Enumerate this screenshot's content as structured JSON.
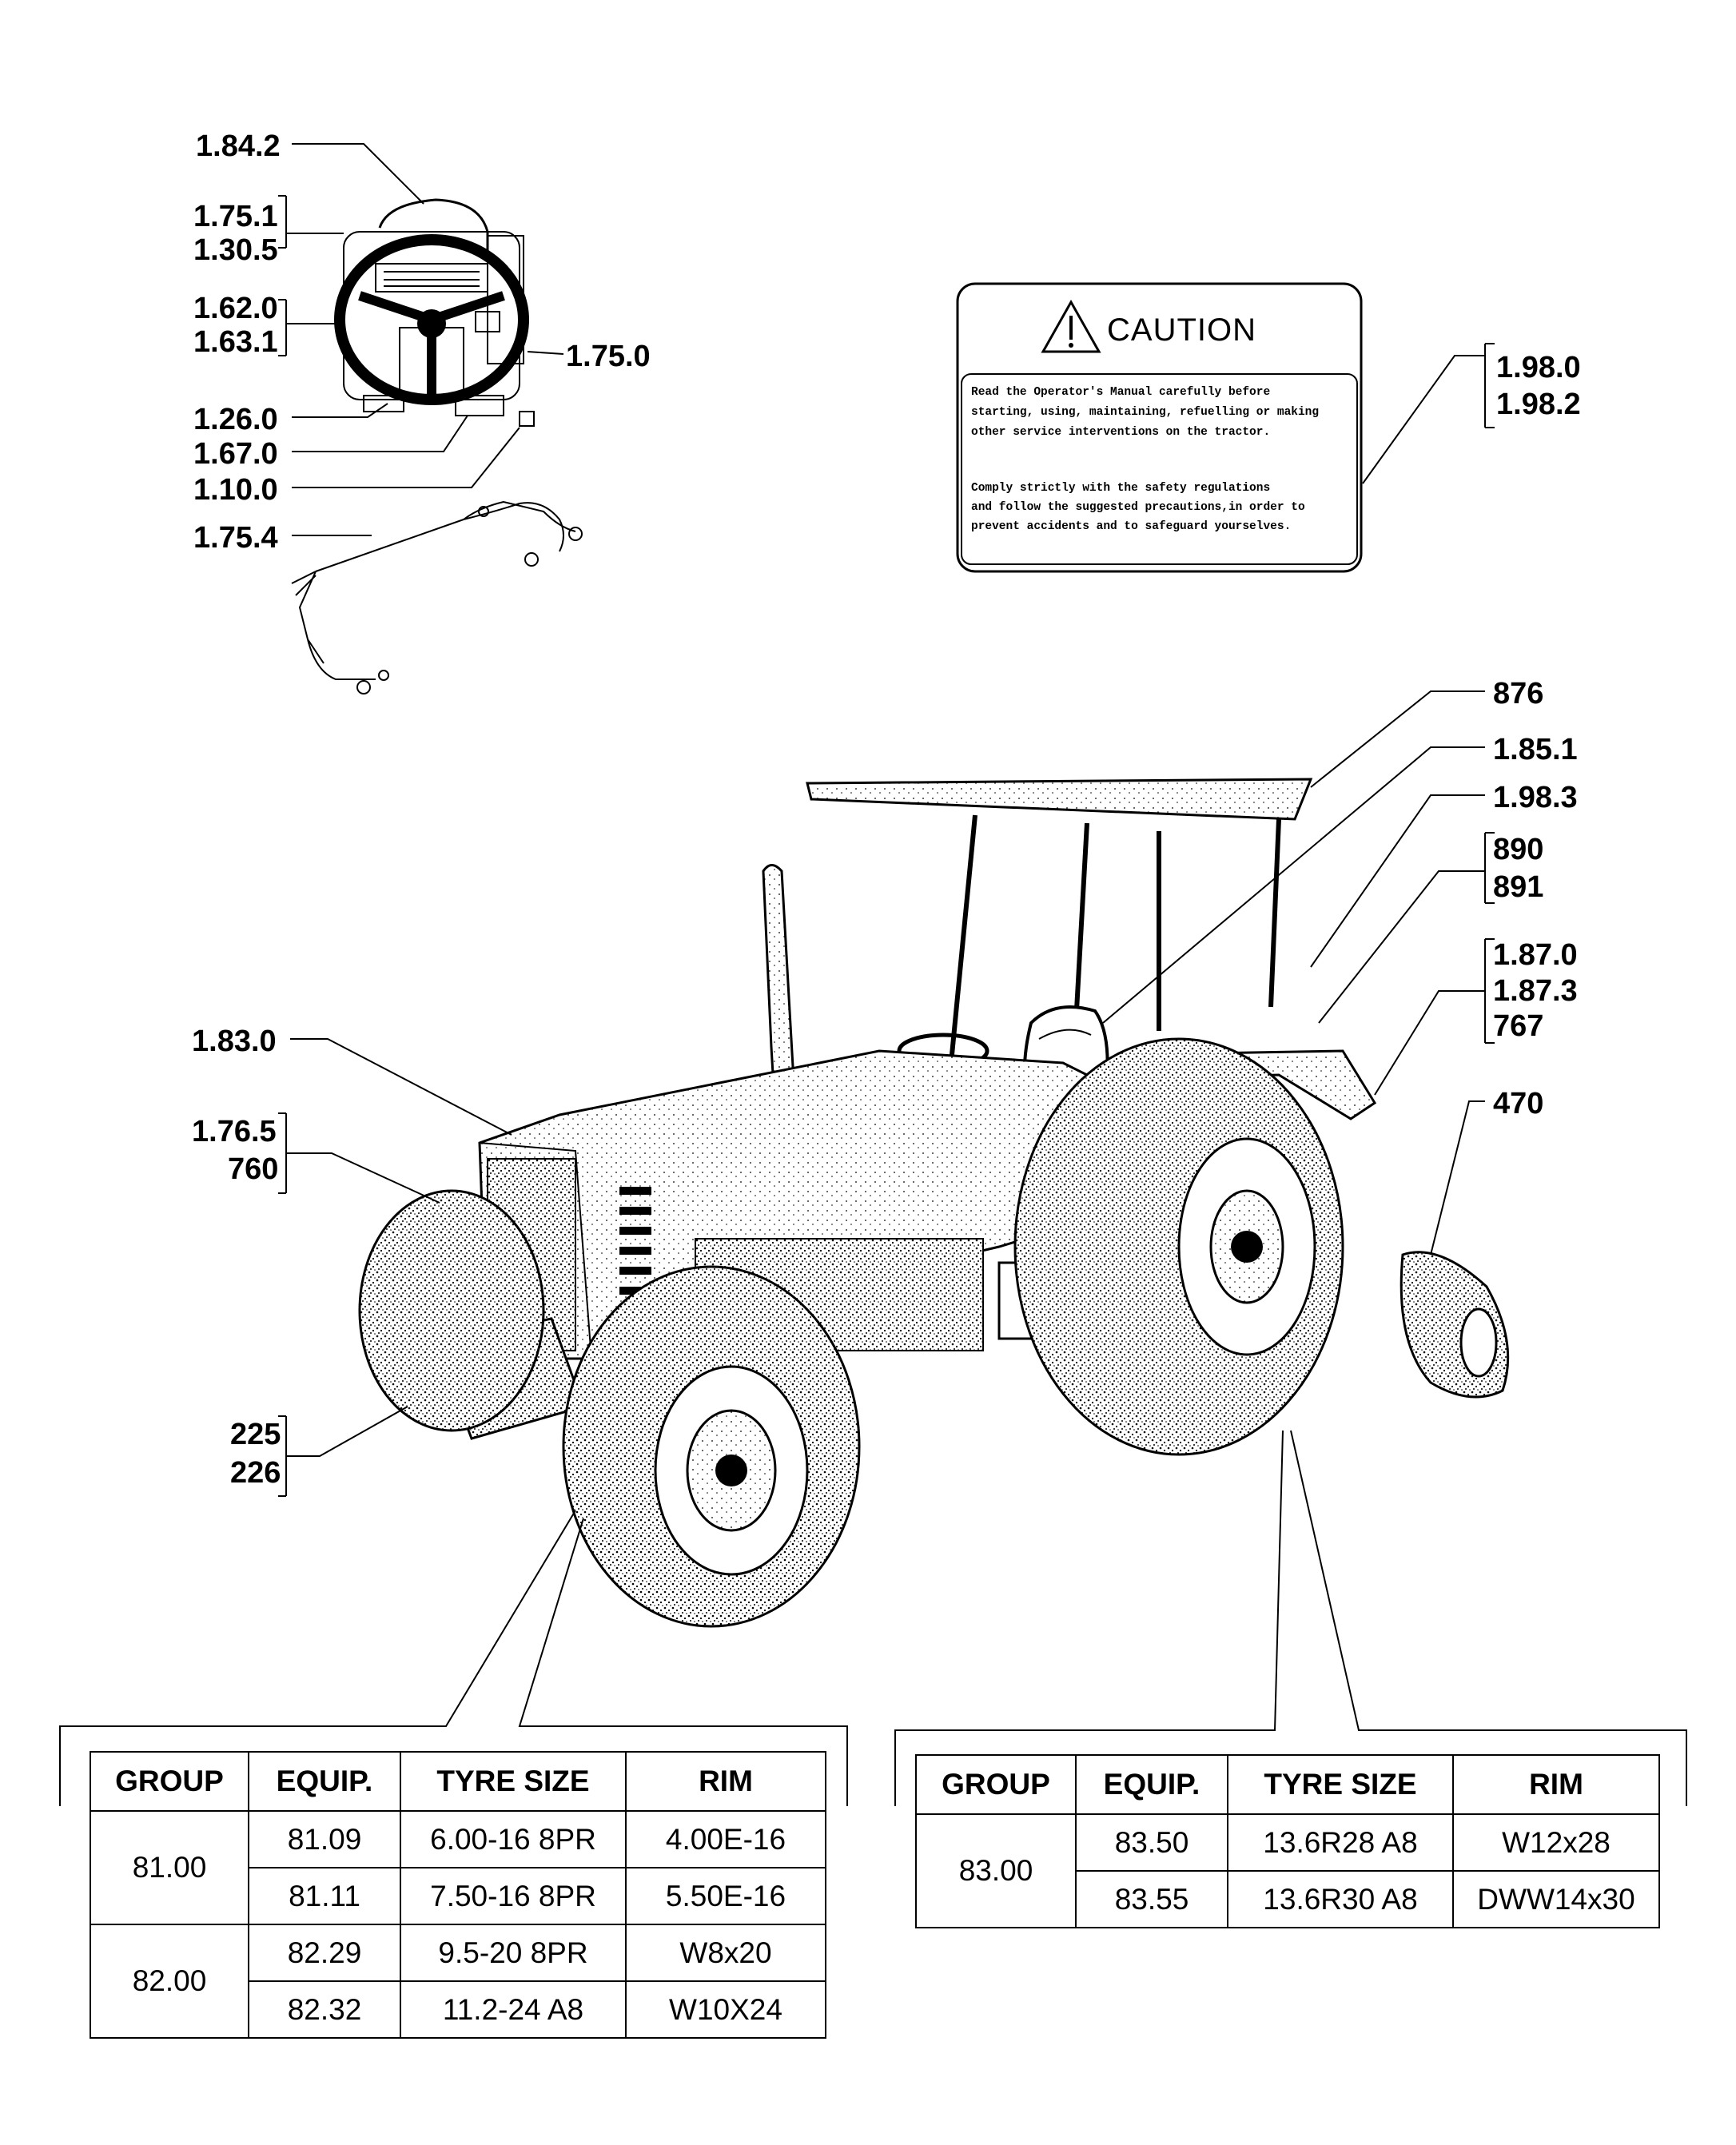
{
  "callouts": {
    "c1842": "1.84.2",
    "c1751": "1.75.1",
    "c1305": "1.30.5",
    "c1620": "1.62.0",
    "c1631": "1.63.1",
    "c1750": "1.75.0",
    "c1260": "1.26.0",
    "c1670": "1.67.0",
    "c1100": "1.10.0",
    "c1754": "1.75.4",
    "c1980": "1.98.0",
    "c1982": "1.98.2",
    "c876": "876",
    "c1851": "1.85.1",
    "c1983": "1.98.3",
    "c890": "890",
    "c891": "891",
    "c1870": "1.87.0",
    "c1873": "1.87.3",
    "c767": "767",
    "c470": "470",
    "c1830": "1.83.0",
    "c1765": "1.76.5",
    "c760": "760",
    "c225": "225",
    "c226": "226"
  },
  "caution": {
    "title": "CAUTION",
    "lines": [
      "Read the Operator's Manual carefully before",
      "starting, using, maintaining, refuelling or making",
      "other service interventions on the tractor.",
      "",
      "Comply strictly with the safety regulations",
      "and follow the suggested precautions,in order to",
      "prevent accidents and to safeguard yourselves."
    ]
  },
  "tables": {
    "front": {
      "headers": [
        "GROUP",
        "EQUIP.",
        "TYRE SIZE",
        "RIM"
      ],
      "groups": [
        {
          "group": "81.00",
          "rows": [
            {
              "equip": "81.09",
              "tyre": "6.00-16 8PR",
              "rim": "4.00E-16"
            },
            {
              "equip": "81.11",
              "tyre": "7.50-16 8PR",
              "rim": "5.50E-16"
            }
          ]
        },
        {
          "group": "82.00",
          "rows": [
            {
              "equip": "82.29",
              "tyre": "9.5-20 8PR",
              "rim": "W8x20"
            },
            {
              "equip": "82.32",
              "tyre": "11.2-24 A8",
              "rim": "W10X24"
            }
          ]
        }
      ]
    },
    "rear": {
      "headers": [
        "GROUP",
        "EQUIP.",
        "TYRE SIZE",
        "RIM"
      ],
      "groups": [
        {
          "group": "83.00",
          "rows": [
            {
              "equip": "83.50",
              "tyre": "13.6R28 A8",
              "rim": "W12x28"
            },
            {
              "equip": "83.55",
              "tyre": "13.6R30 A8",
              "rim": "DWW14x30"
            }
          ]
        }
      ]
    }
  }
}
